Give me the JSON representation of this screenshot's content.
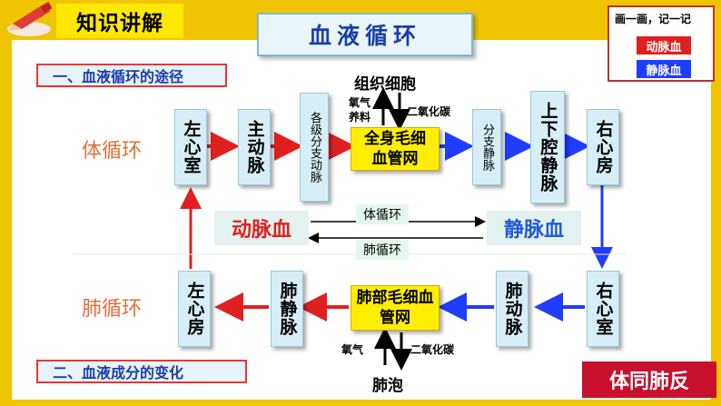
{
  "header": {
    "label": "知识讲解",
    "icon": "pencil-icon"
  },
  "title": "血液循环",
  "legend": {
    "title": "画一画，记一记",
    "artery": "动脉血",
    "vein": "静脉血",
    "artery_color": "#e02020",
    "vein_color": "#1f3cff"
  },
  "sections": {
    "route": "一、血液循环的途径",
    "composition": "二、血液成分的变化"
  },
  "systemic": {
    "label": "体循环",
    "left_ventricle": "左心室",
    "aorta": "主动脉",
    "arteries": "各级分支动脉",
    "capillaries": "全身毛细血管网",
    "veins": "分支静脉",
    "vena_cava": "上下腔静脉",
    "right_atrium": "右心房",
    "tissue_cells": "组织细胞",
    "oxygen_nutrients_line1": "氧气",
    "oxygen_nutrients_line2": "养料",
    "co2": "二氧化碳"
  },
  "middle": {
    "arterial_blood": "动脉血",
    "venous_blood": "静脉血",
    "systemic_label": "体循环",
    "pulmonary_label": "肺循环"
  },
  "pulmonary": {
    "label": "肺循环",
    "left_atrium": "左心房",
    "pulmonary_vein": "肺静脉",
    "capillaries": "肺部毛细血管网",
    "pulmonary_artery": "肺动脉",
    "right_ventricle": "右心室",
    "alveoli": "肺泡",
    "oxygen": "氧气",
    "co2": "二氧化碳"
  },
  "badge": "体同肺反"
}
